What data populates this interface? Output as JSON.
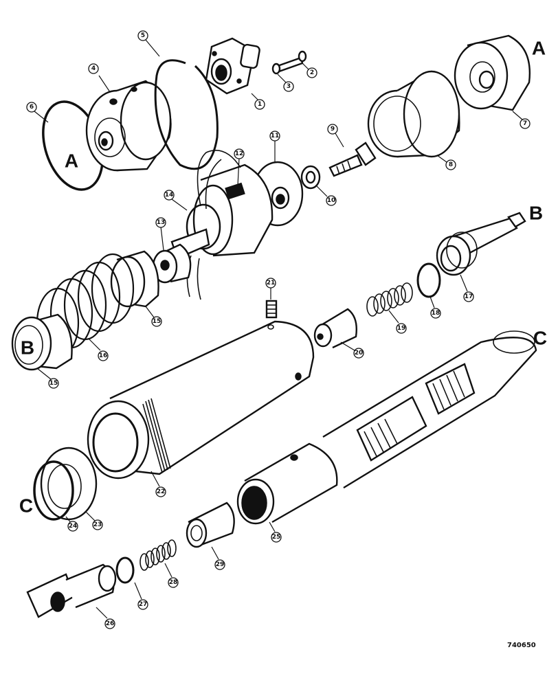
{
  "diagram": {
    "drawing_number": "740650",
    "connection_letters": [
      "A",
      "A",
      "B",
      "B",
      "C",
      "C"
    ],
    "callouts": [
      "1",
      "2",
      "3",
      "4",
      "5",
      "6",
      "7",
      "8",
      "9",
      "10",
      "11",
      "12",
      "13",
      "14",
      "15",
      "15",
      "16",
      "17",
      "18",
      "19",
      "20",
      "21",
      "22",
      "23",
      "24",
      "25",
      "26",
      "27",
      "28",
      "29"
    ]
  }
}
